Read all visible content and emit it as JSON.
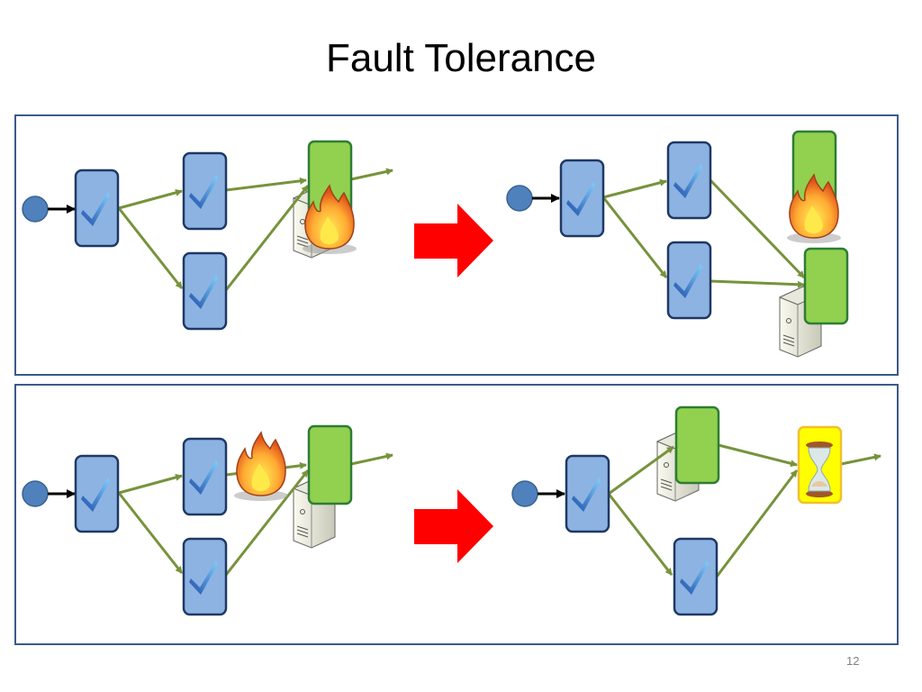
{
  "slide": {
    "title": "Fault Tolerance",
    "page_number": "12"
  },
  "colors": {
    "task_fill": "#8db3e2",
    "task_border": "#1f3864",
    "replica_fill": "#92d050",
    "replica_border": "#2e7d32",
    "edge": "#77933c",
    "transition_arrow": "#ff0000",
    "panel_border": "#3b5a8a",
    "source_node": "#4f81bd",
    "wait_fill": "#ffff00"
  },
  "panels": [
    {
      "name": "replica-failover",
      "before": "replica on server catches fire",
      "after": "replica restarted on another server"
    },
    {
      "name": "upstream-failure",
      "before": "upstream task catches fire",
      "after": "downstream waits (hourglass) for recovery"
    }
  ]
}
